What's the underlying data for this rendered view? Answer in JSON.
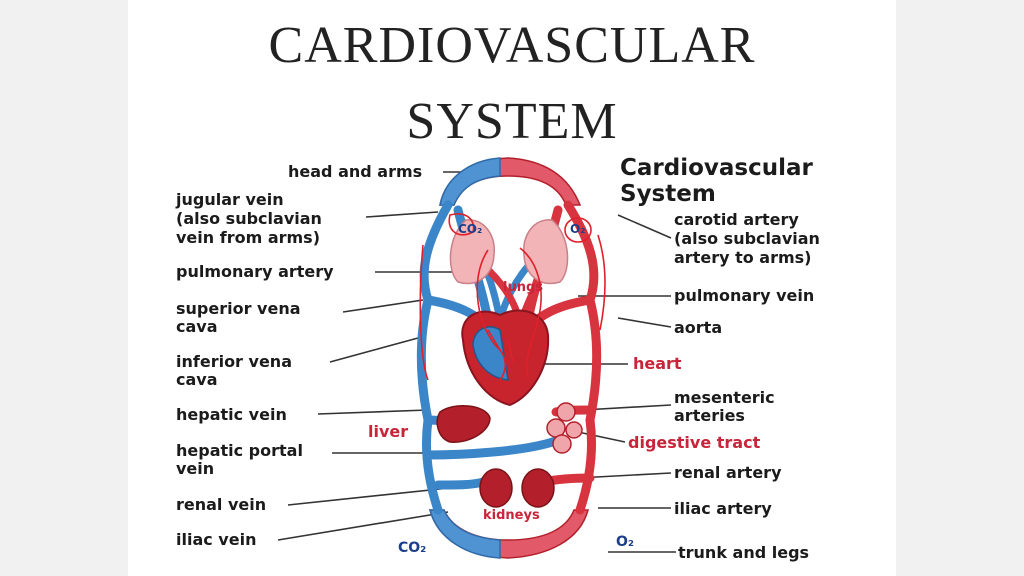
{
  "title_line1": "CARDIOVASCULAR",
  "title_line2": "SYSTEM",
  "diagram_title": "Cardiovascular\nSystem",
  "left_labels": {
    "head_and_arms": "head and arms",
    "jugular_vein": "jugular vein\n(also subclavian\nvein from arms)",
    "pulmonary_artery": "pulmonary artery",
    "superior_vena_cava": "superior vena\ncava",
    "inferior_vena_cava": "inferior vena\ncava",
    "hepatic_vein": "hepatic vein",
    "hepatic_portal_vein": "hepatic portal\nvein",
    "renal_vein": "renal vein",
    "iliac_vein": "iliac vein"
  },
  "right_labels": {
    "carotid_artery": "carotid artery\n(also subclavian\nartery to arms)",
    "pulmonary_vein": "pulmonary vein",
    "aorta": "aorta",
    "mesenteric_arteries": "mesenteric\narteries",
    "renal_artery": "renal artery",
    "iliac_artery": "iliac artery",
    "trunk_and_legs": "trunk and legs"
  },
  "organ_labels": {
    "lungs": "lungs",
    "heart": "heart",
    "liver": "liver",
    "digestive_tract": "digestive tract",
    "kidneys": "kidneys"
  },
  "gas_labels": {
    "co2_top": "CO₂",
    "o2_top": "O₂",
    "co2_bottom": "CO₂",
    "o2_bottom": "O₂"
  },
  "colors": {
    "artery": "#d8343f",
    "vein": "#3a86c8",
    "organ": "#b3202b",
    "label_red": "#c8243a"
  }
}
